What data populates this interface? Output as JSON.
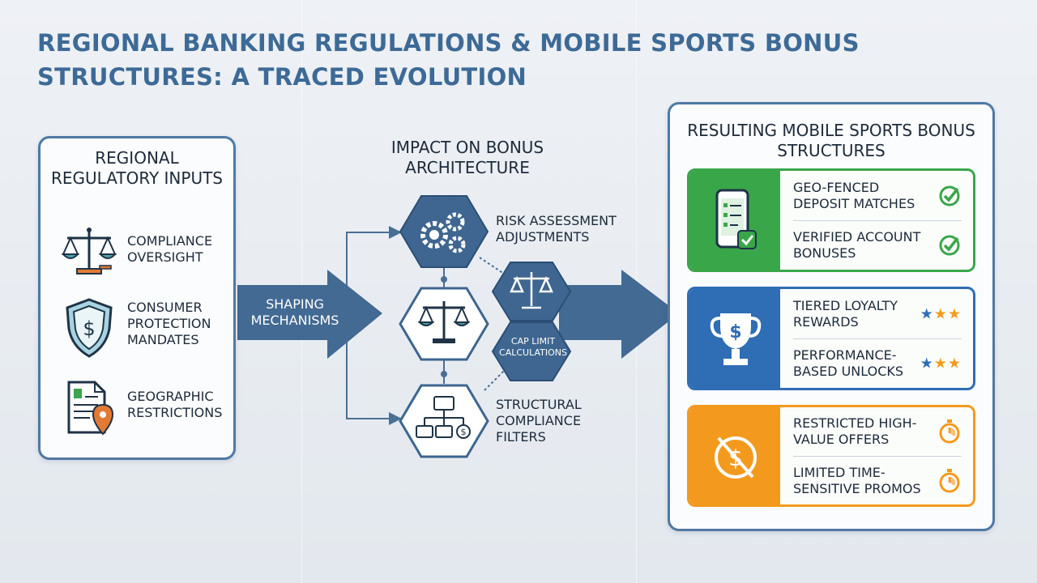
{
  "title": "Regional Banking Regulations & Mobile Sports Bonus Structures: A Traced Evolution",
  "inputs_panel": {
    "heading": "Regional Regulatory Inputs",
    "items": [
      {
        "label": "Compliance Oversight",
        "icon": "scales-icon"
      },
      {
        "label": "Consumer Protection Mandates",
        "icon": "shield-dollar-icon"
      },
      {
        "label": "Geographic Restrictions",
        "icon": "document-location-icon"
      }
    ]
  },
  "shaping_arrow": {
    "label": "Shaping Mechanisms"
  },
  "impact": {
    "heading": "Impact on Bonus Architecture",
    "nodes": [
      {
        "label": "Risk Assessment Adjustments",
        "icon": "gears-icon"
      },
      {
        "label": "",
        "icon": "scales-icon"
      },
      {
        "label": "Cap Limit Calculations",
        "icon": "scales-icon"
      },
      {
        "label": "Structural Compliance Filters",
        "icon": "flowchart-icon"
      }
    ]
  },
  "results_panel": {
    "heading": "Resulting Mobile Sports Bonus Structures",
    "cards": [
      {
        "color": "#3aa64a",
        "icon": "phone-check-icon",
        "rows": [
          {
            "label": "Geo-Fenced Deposit Matches",
            "icon": "check-icon"
          },
          {
            "label": "Verified Account Bonuses",
            "icon": "check-icon"
          }
        ]
      },
      {
        "color": "#2f6db5",
        "icon": "trophy-dollar-icon",
        "rows": [
          {
            "label": "Tiered Loyalty Rewards",
            "icon": "stars-icon"
          },
          {
            "label": "Performance-Based Unlocks",
            "icon": "stars-icon"
          }
        ]
      },
      {
        "color": "#f39a1e",
        "icon": "no-dollar-icon",
        "rows": [
          {
            "label": "Restricted High-Value Offers",
            "icon": "stopwatch-icon"
          },
          {
            "label": "Limited Time-Sensitive Promos",
            "icon": "stopwatch-icon"
          }
        ]
      }
    ]
  },
  "colors": {
    "navy": "#3f6791",
    "green": "#3aa64a",
    "blue": "#2f6db5",
    "orange": "#f39a1e",
    "title": "#3d6a96"
  }
}
